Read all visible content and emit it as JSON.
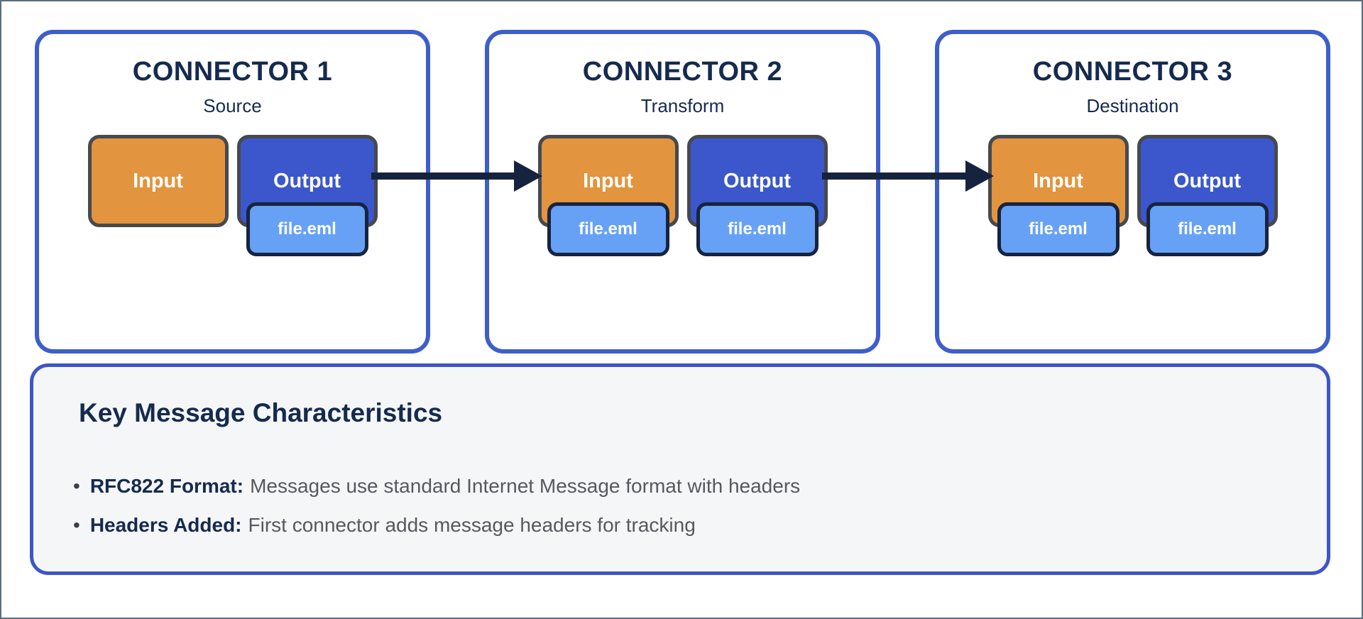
{
  "colors": {
    "outer_border": "#5d6d7e",
    "card_border": "#3e5ec9",
    "title_navy": "#152a4e",
    "box_border": "#47494e",
    "input_orange": "#e2943e",
    "output_blue": "#3b57cb",
    "chip_blue": "#66a1f6",
    "chip_border": "#17243f",
    "arrow_navy": "#16233f",
    "panel_bg": "#f5f6f8",
    "panel_border": "#3f55c6",
    "text_gray": "#55595e"
  },
  "connectors": [
    {
      "title": "CONNECTOR 1",
      "subtitle": "Source",
      "input": {
        "label": "Input",
        "file": null
      },
      "output": {
        "label": "Output",
        "file": "file.eml"
      }
    },
    {
      "title": "CONNECTOR 2",
      "subtitle": "Transform",
      "input": {
        "label": "Input",
        "file": "file.eml"
      },
      "output": {
        "label": "Output",
        "file": "file.eml"
      }
    },
    {
      "title": "CONNECTOR 3",
      "subtitle": "Destination",
      "input": {
        "label": "Input",
        "file": "file.eml"
      },
      "output": {
        "label": "Output",
        "file": "file.eml"
      }
    }
  ],
  "panel": {
    "title": "Key Message Characteristics",
    "bullet_char": "•",
    "bullets": [
      {
        "bold": "RFC822 Format:",
        "text": "Messages use standard Internet Message format with headers"
      },
      {
        "bold": "Headers Added:",
        "text": "First connector adds message headers for tracking"
      }
    ]
  }
}
